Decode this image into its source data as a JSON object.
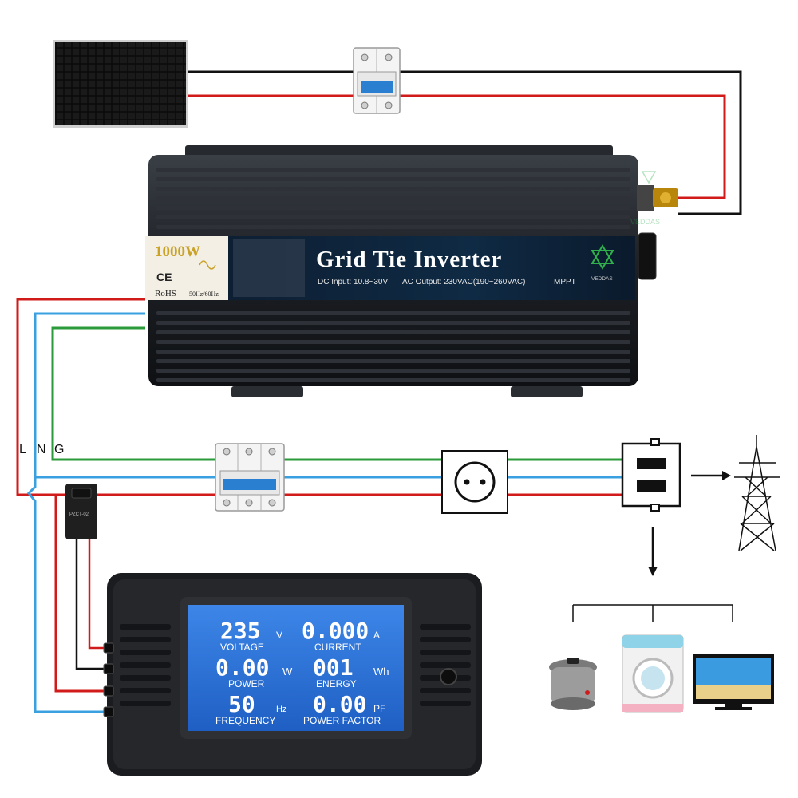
{
  "colors": {
    "wire_red": "#d11a1a",
    "wire_blue": "#3aa0e0",
    "wire_green": "#2a9a3a",
    "wire_black": "#111111",
    "lcd_blue": "#2a6fd6",
    "inverter_body": "#1c1f24"
  },
  "inverter": {
    "power": "1000W",
    "ce": "CE",
    "rohs": "RoHS",
    "freq": "50Hz/60Hz",
    "title": "Grid Tie Inverter",
    "dc_input": "DC Input: 10.8~30V",
    "ac_output": "AC Output: 230VAC(190~260VAC)",
    "mppt": "MPPT",
    "brand": "VEDDAS"
  },
  "watermark": "VEDDAS",
  "wiring_labels": {
    "l": "L",
    "n": "N",
    "g": "G"
  },
  "meter": {
    "voltage_value": "235",
    "voltage_unit": "V",
    "voltage_label": "VOLTAGE",
    "current_value": "0.000",
    "current_unit": "A",
    "current_label": "CURRENT",
    "power_value": "0.00",
    "power_unit": "W",
    "power_label": "POWER",
    "energy_value": "001",
    "energy_unit": "Wh",
    "energy_label": "ENERGY",
    "frequency_value": "50",
    "frequency_unit": "Hz",
    "frequency_label": "FREQUENCY",
    "pf_value": "0.00",
    "pf_unit": "PF",
    "pf_label": "POWER FACTOR"
  },
  "ct_sensor": {
    "label": "PZCT-02"
  },
  "icons": [
    "solar-panel-icon",
    "dc-breaker-icon",
    "ac-breaker-icon",
    "socket-icon",
    "energy-meter-icon",
    "transmission-tower-icon",
    "rice-cooker-icon",
    "washing-machine-icon",
    "television-icon",
    "arrow-right-icon",
    "arrow-down-icon"
  ]
}
